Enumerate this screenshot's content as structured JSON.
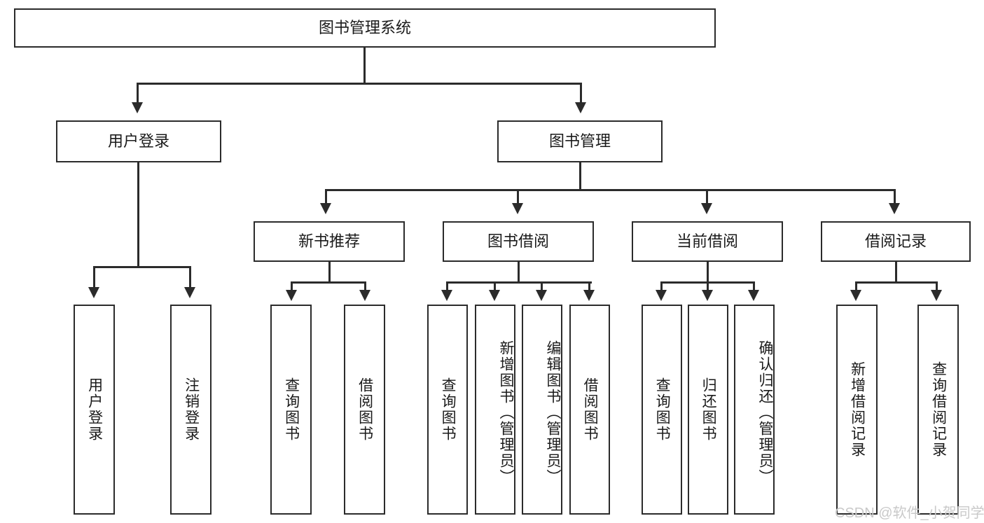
{
  "diagram": {
    "type": "tree-hierarchy",
    "title": "图书管理系统",
    "root": {
      "label": "图书管理系统"
    },
    "level2": [
      {
        "label": "用户登录"
      },
      {
        "label": "图书管理"
      }
    ],
    "level3": [
      {
        "label": "新书推荐"
      },
      {
        "label": "图书借阅"
      },
      {
        "label": "当前借阅"
      },
      {
        "label": "借阅记录"
      }
    ],
    "leaves": {
      "user_login": [
        "用户登录",
        "注销登录"
      ],
      "new_book_recommend": [
        "查询图书",
        "借阅图书"
      ],
      "book_borrow": [
        "查询图书",
        "新增图书（管理员）",
        "编辑图书（管理员）",
        "借阅图书"
      ],
      "current_borrow": [
        "查询图书",
        "归还图书",
        "确认归还（管理员）"
      ],
      "borrow_record": [
        "新增借阅记录",
        "查询借阅记录"
      ]
    }
  },
  "watermark": {
    "text": "CSDN @软件_小贺同学"
  },
  "colors": {
    "border": "#2b2b2b",
    "text": "#1a1a1a",
    "background": "#ffffff",
    "watermark": "#c9c9c9"
  }
}
